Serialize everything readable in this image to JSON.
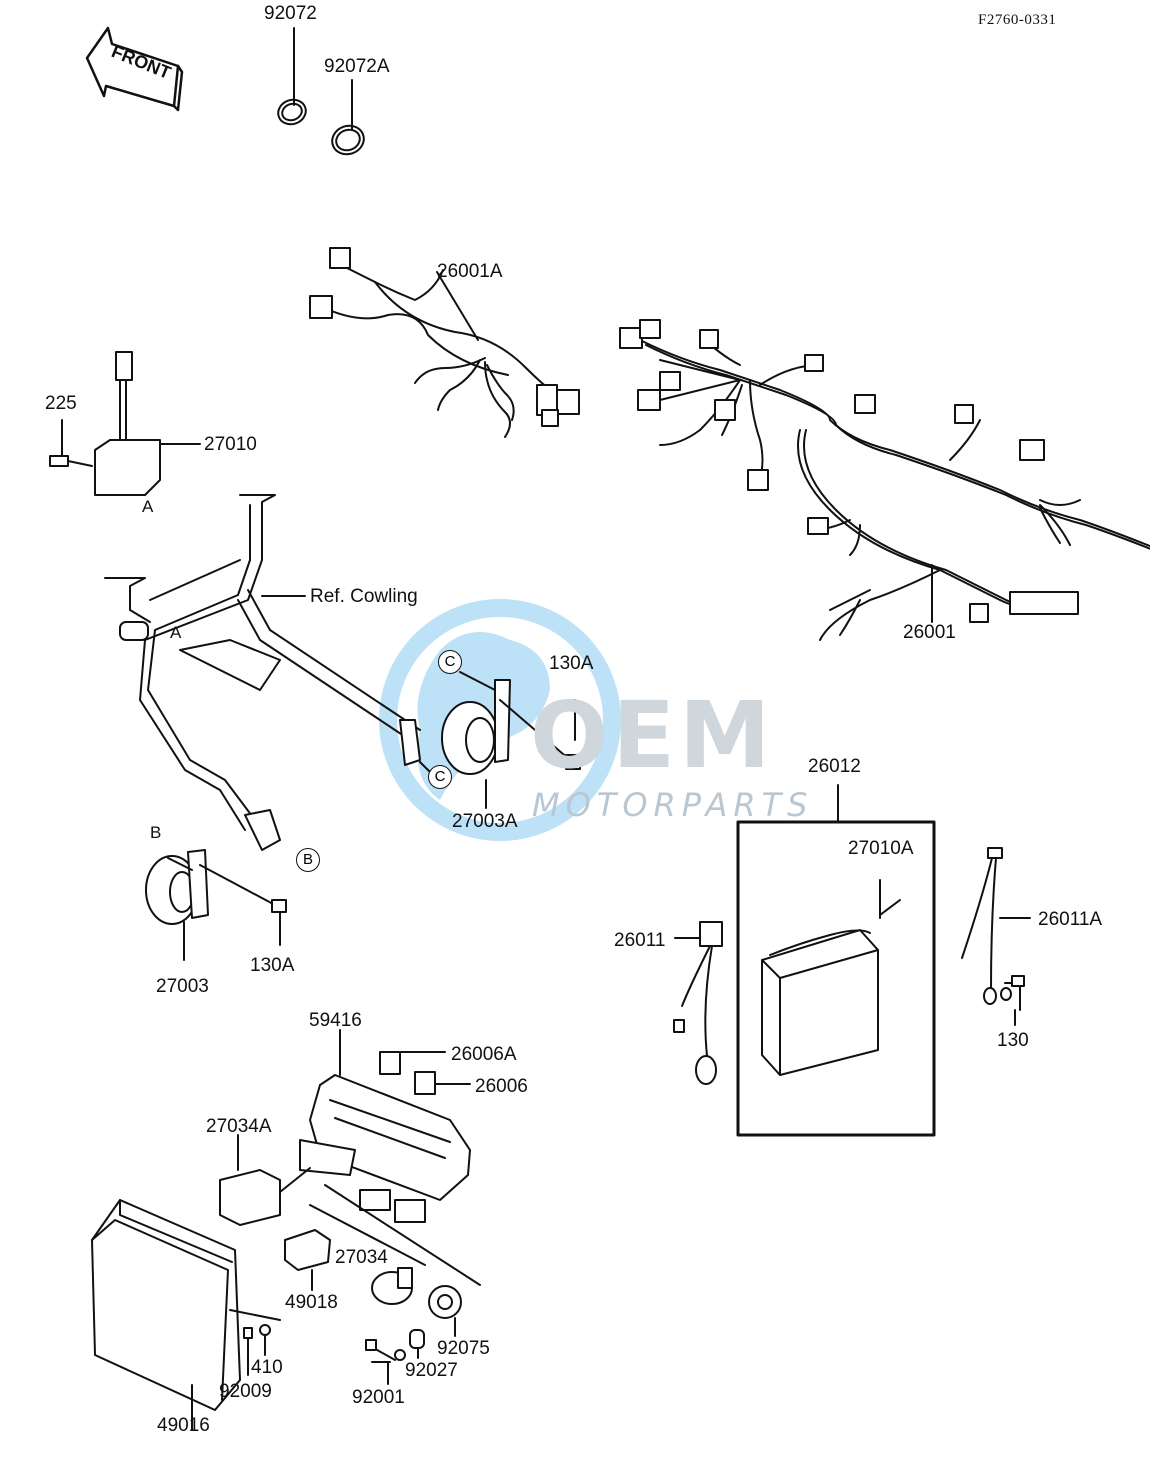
{
  "figure_ref": "F2760-0331",
  "front_label": "FRONT",
  "watermark": {
    "logo": "OEM",
    "text": "MOTORPARTS",
    "accent": "#3aa0e0",
    "grey": "#c8cfd6"
  },
  "parts": {
    "p92072": "92072",
    "p92072A": "92072A",
    "p26001A": "26001A",
    "p26001": "26001",
    "p225": "225",
    "p27010": "27010",
    "ref_cowling": "Ref. Cowling",
    "p130A_top": "130A",
    "p27003A": "27003A",
    "p27003": "27003",
    "p130A_bottom": "130A",
    "p26012": "26012",
    "p27010A": "27010A",
    "p26011": "26011",
    "p26011A": "26011A",
    "p130": "130",
    "p59416": "59416",
    "p26006A": "26006A",
    "p26006": "26006",
    "p27034A": "27034A",
    "p27034": "27034",
    "p49018": "49018",
    "p92075": "92075",
    "p92027": "92027",
    "p92001": "92001",
    "p410": "410",
    "p92009": "92009",
    "p49016": "49016"
  },
  "callouts": {
    "a": "A",
    "b": "B",
    "c": "C"
  }
}
